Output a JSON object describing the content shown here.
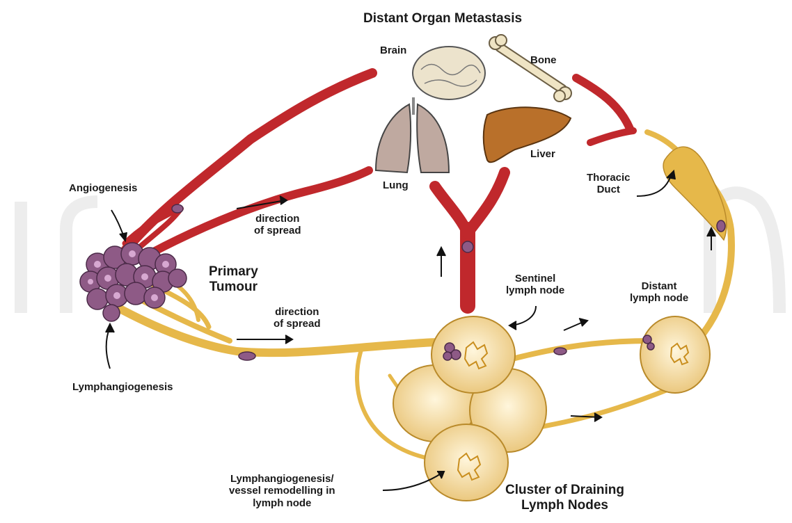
{
  "title": "Distant Organ Metastasis",
  "organs": {
    "brain": "Brain",
    "bone": "Bone",
    "lung": "Lung",
    "liver": "Liver"
  },
  "labels": {
    "angiogenesis": "Angiogenesis",
    "primary_tumour_line1": "Primary",
    "primary_tumour_line2": "Tumour",
    "lymphangiogenesis": "Lymphangiogenesis",
    "spread_top_line1": "direction",
    "spread_top_line2": "of spread",
    "spread_bottom_line1": "direction",
    "spread_bottom_line2": "of spread",
    "thoracic_line1": "Thoracic",
    "thoracic_line2": "Duct",
    "sentinel_line1": "Sentinel",
    "sentinel_line2": "lymph node",
    "distant_line1": "Distant",
    "distant_line2": "lymph node",
    "remodel_line1": "Lymphangiogenesis/",
    "remodel_line2": "vessel remodelling in",
    "remodel_line3": "lymph node",
    "cluster_line1": "Cluster of Draining",
    "cluster_line2": "Lymph Nodes"
  },
  "colors": {
    "blood_vessel": "#c0282c",
    "lymph_vessel": "#e6b84a",
    "lymph_node": "#f1d595",
    "tumour": "#8e5a86",
    "brain": "#ece3cc",
    "liver": "#b9702a",
    "bone": "#efe4c4",
    "lung": "#bfa9a0"
  }
}
